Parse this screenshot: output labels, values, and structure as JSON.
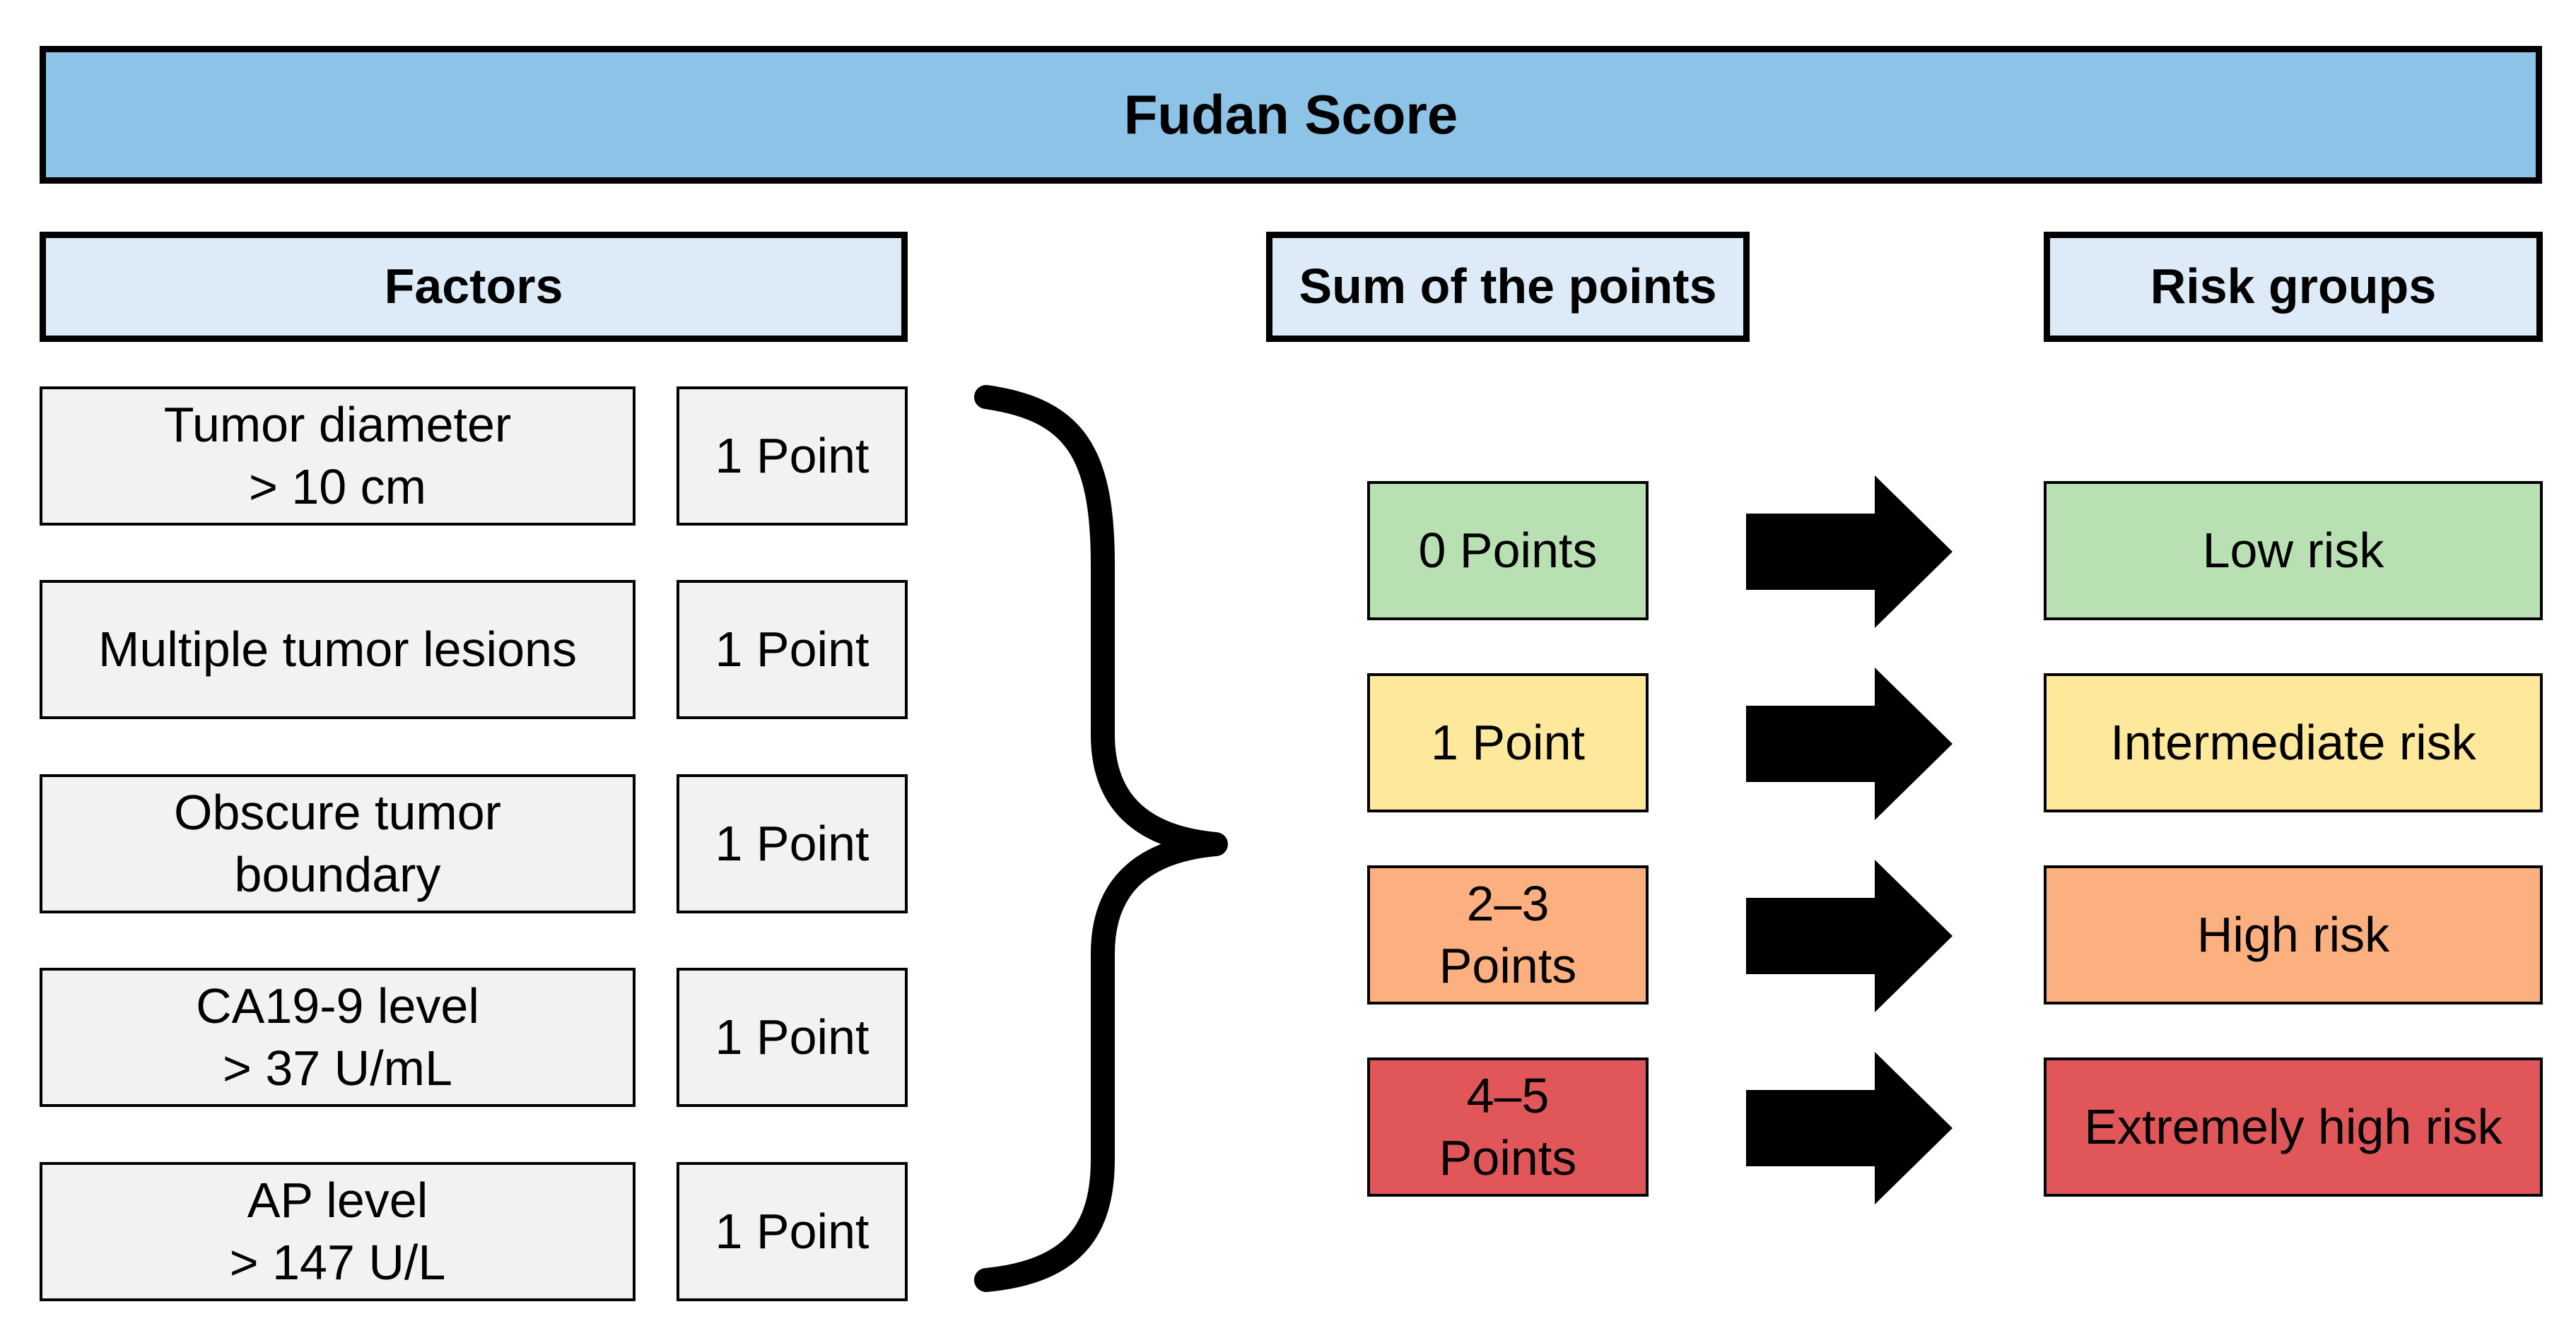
{
  "title": "Fudan Score",
  "headers": {
    "factors": "Factors",
    "sum": "Sum of the points",
    "risk": "Risk groups"
  },
  "factors": [
    {
      "label": "Tumor diameter\n> 10 cm",
      "points": "1 Point"
    },
    {
      "label": "Multiple tumor lesions",
      "points": "1 Point"
    },
    {
      "label": "Obscure tumor\nboundary",
      "points": "1 Point"
    },
    {
      "label": "CA19-9 level\n> 37 U/mL",
      "points": "1 Point"
    },
    {
      "label": "AP level\n> 147 U/L",
      "points": "1 Point"
    }
  ],
  "groups": [
    {
      "sum": "0 Points",
      "risk": "Low risk",
      "color": "#b9e0b3"
    },
    {
      "sum": "1 Point",
      "risk": "Intermediate risk",
      "color": "#fde89b"
    },
    {
      "sum": "2–3\nPoints",
      "risk": "High risk",
      "color": "#fcb07f"
    },
    {
      "sum": "4–5\nPoints",
      "risk": "Extremely high risk",
      "color": "#e15759"
    }
  ],
  "icons": {
    "brace": "right-curly-brace-icon",
    "arrow": "right-arrow-icon"
  }
}
